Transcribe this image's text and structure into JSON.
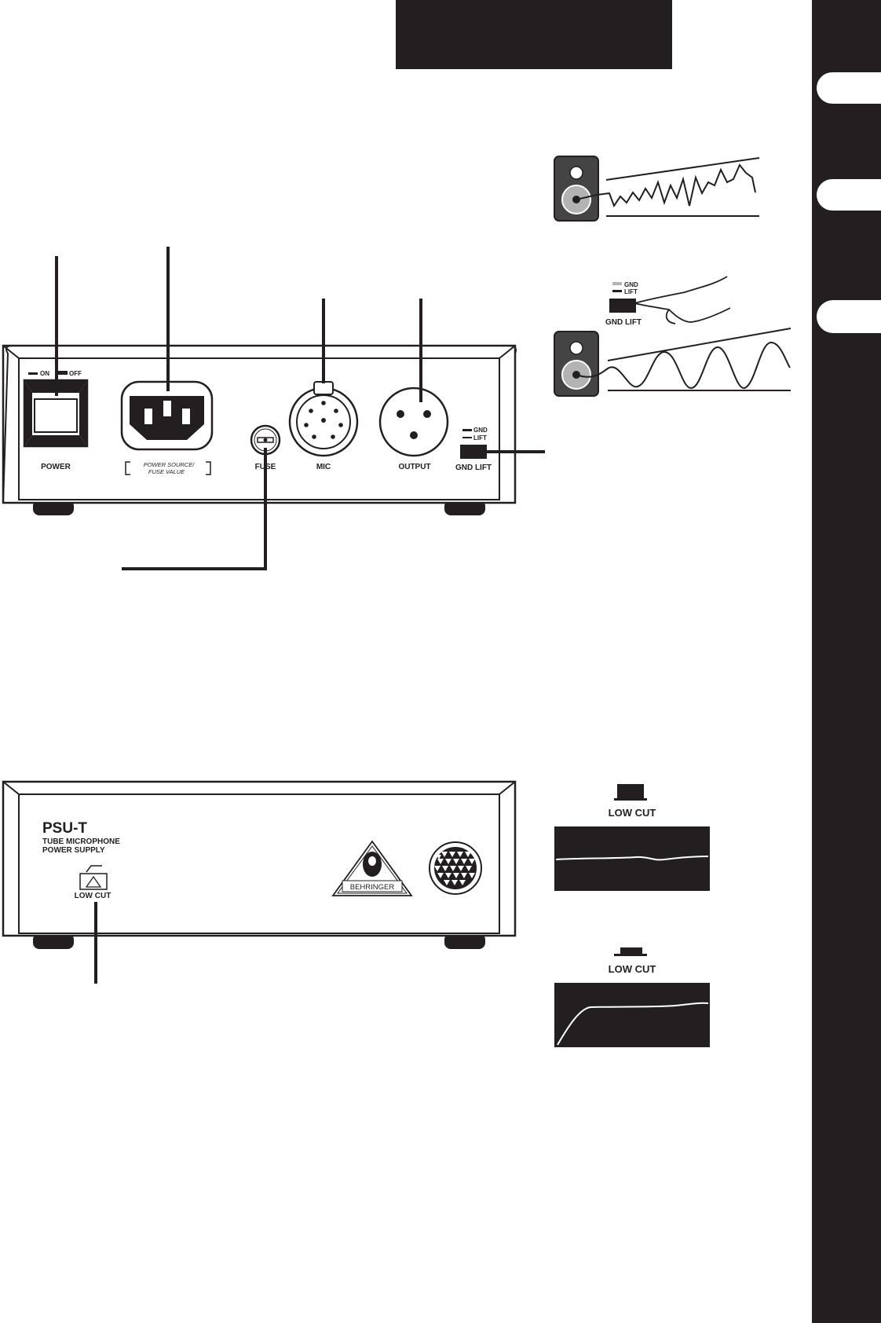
{
  "colors": {
    "ink": "#231f20",
    "white": "#ffffff",
    "gray": "#b3b3b3",
    "speaker": "#444444"
  },
  "rear_panel": {
    "power_switch": {
      "on_label": "ON",
      "off_label": "OFF",
      "label": "POWER"
    },
    "ac_inlet": {
      "label_line1": "POWER SOURCE/",
      "label_line2": "FUSE VALUE"
    },
    "fuse": {
      "label": "FUSE"
    },
    "mic": {
      "label": "MIC"
    },
    "output": {
      "label": "OUTPUT"
    },
    "gnd_lift": {
      "legend_line1": "GND",
      "legend_line2": "LIFT",
      "label": "GND LIFT"
    }
  },
  "ground_lift_illustration": {
    "legend_line1": "GND",
    "legend_line2": "LIFT",
    "label": "GND LIFT"
  },
  "front_panel": {
    "model": "PSU-T",
    "subtitle_line1": "TUBE MICROPHONE",
    "subtitle_line2": "POWER SUPPLY",
    "low_cut_label": "LOW CUT",
    "brand": "BEHRINGER"
  },
  "low_cut_illustration": {
    "off_label": "LOW CUT",
    "on_label": "LOW CUT"
  }
}
